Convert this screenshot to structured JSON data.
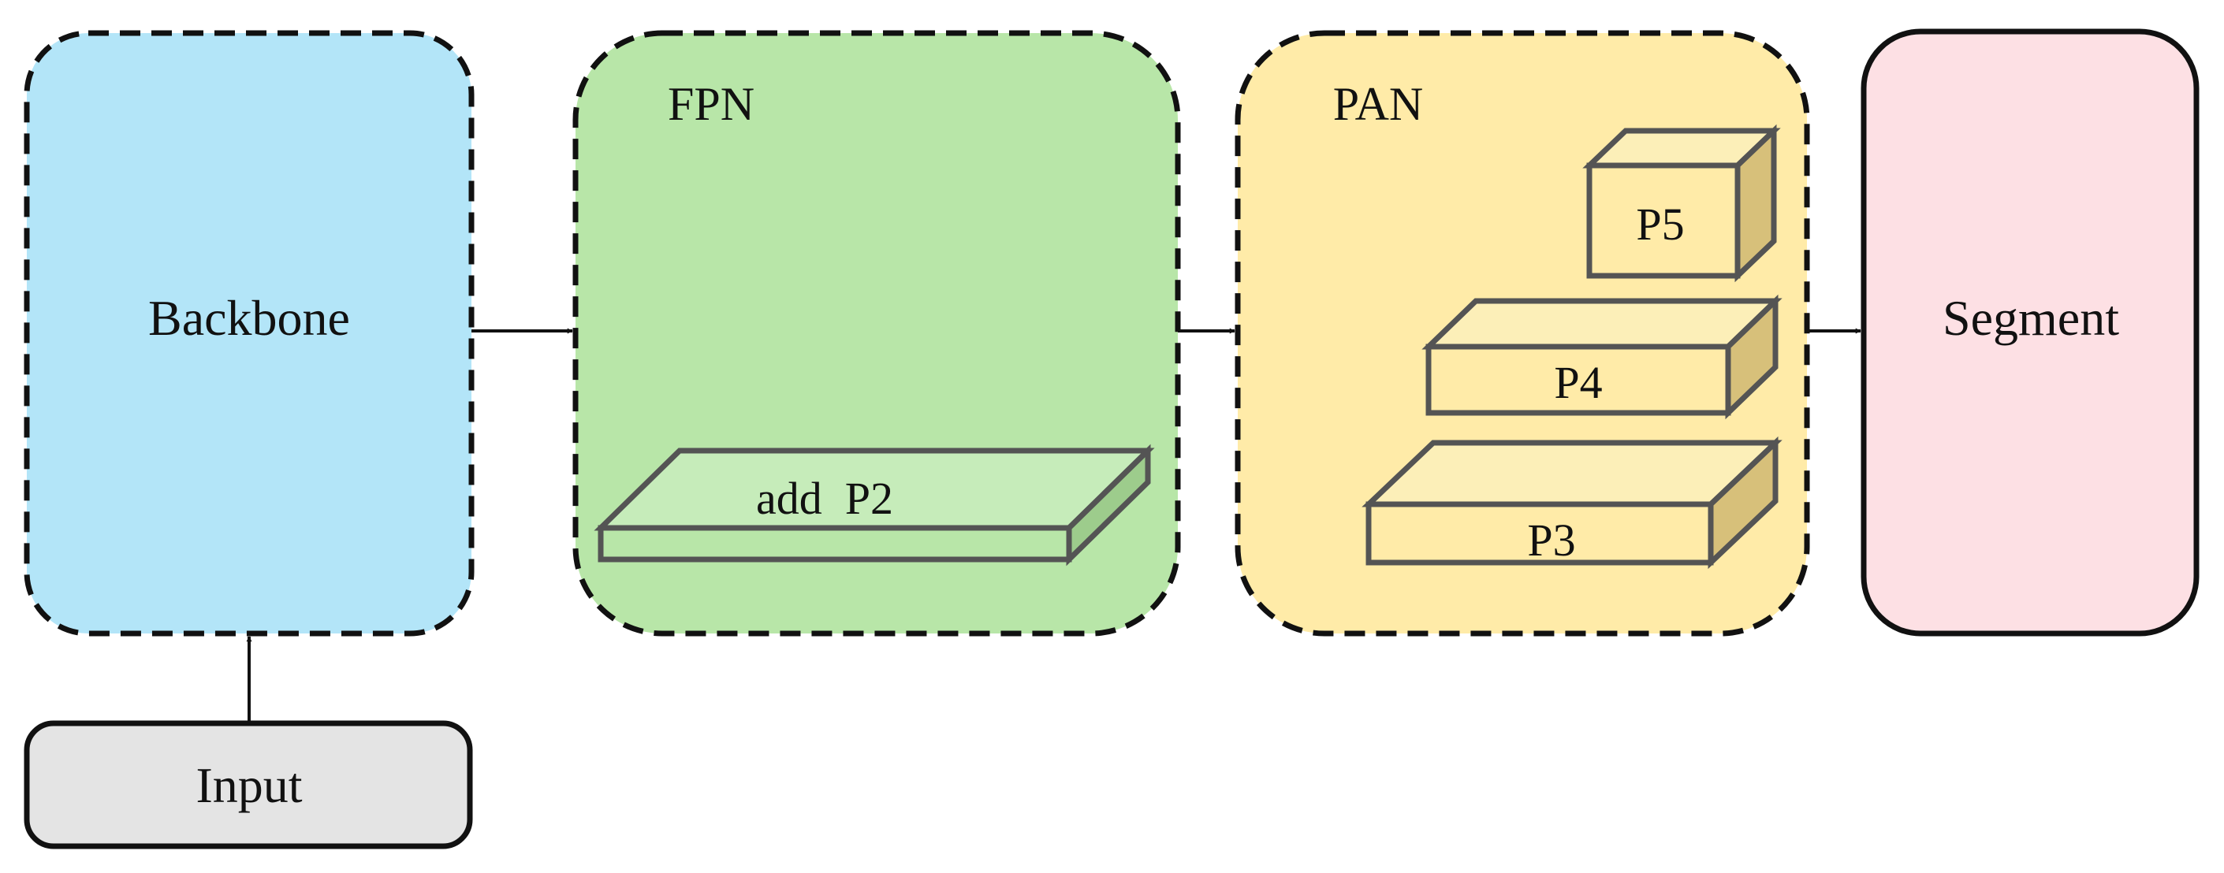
{
  "diagram": {
    "input_label": "Input",
    "backbone_label": "Backbone",
    "fpn": {
      "title": "FPN",
      "layer_label": "add  P2"
    },
    "pan": {
      "title": "PAN",
      "levels": [
        "P5",
        "P4",
        "P3"
      ]
    },
    "segment_label": "Segment",
    "colors": {
      "backbone_fill": "#B3E5F8",
      "fpn_fill": "#B8E6A8",
      "fpn_layer_top": "#C6ECBA",
      "fpn_layer_front": "#B8E6A8",
      "fpn_layer_side": "#9DCC8C",
      "pan_fill": "#FFEBA8",
      "pan_box_front": "#FFEBA8",
      "pan_box_top": "#FCEFB8",
      "pan_box_side": "#D7C07A",
      "segment_fill": "#FDE0E4",
      "input_fill": "#E4E4E4",
      "stroke": "#111111",
      "box_stroke": "#545454"
    }
  }
}
